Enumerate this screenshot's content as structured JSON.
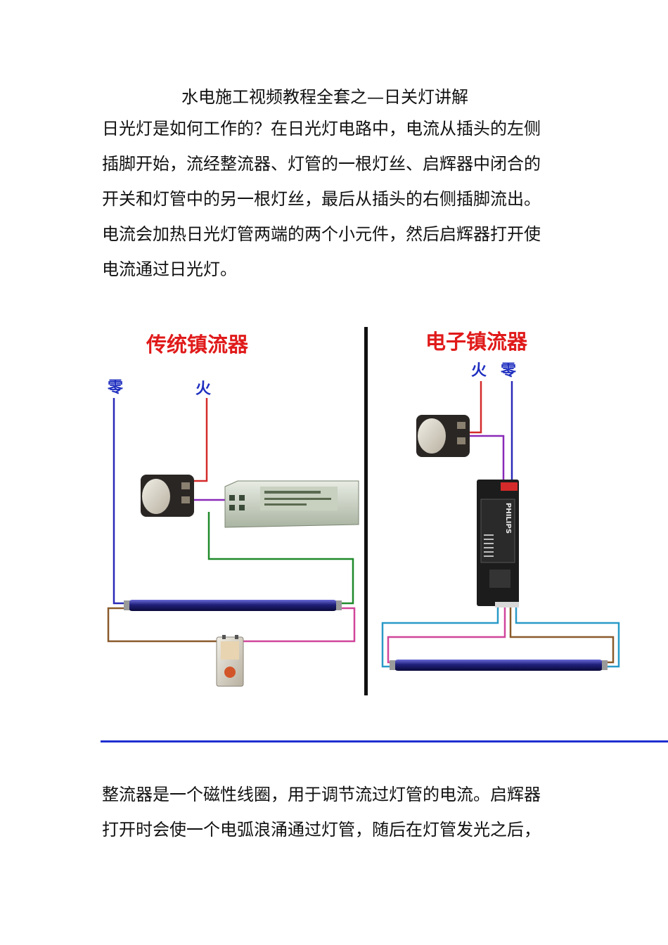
{
  "document": {
    "title": "水电施工视频教程全套之—日关灯讲解",
    "paragraph1": [
      "日光灯是如何工作的？在日光灯电路中，电流从插头的左侧",
      "插脚开始，流经整流器、灯管的一根灯丝、启辉器中闭合的",
      "开关和灯管中的另一根灯丝，最后从插头的右侧插脚流出。",
      "电流会加热日光灯管两端的两个小元件，然后启辉器打开使",
      "电流通过日光灯。"
    ],
    "paragraph2": [
      "整流器是一个磁性线圈，用于调节流过灯管的电流。启辉器",
      "打开时会使一个电弧浪涌通过灯管，随后在灯管发光之后，"
    ]
  },
  "diagram": {
    "left_title": "传统镇流器",
    "right_title": "电子镇流器",
    "left_neutral_label": "零",
    "left_live_label": "火",
    "right_live_label": "火",
    "right_neutral_label": "零",
    "brand_text": "PHILIPS",
    "colors": {
      "title_red": "#e01a1a",
      "label_blue": "#1f2fbf",
      "wire_red": "#d42a2a",
      "wire_blue": "#2a2ab8",
      "wire_purple": "#8a2ab8",
      "wire_green": "#1f8a2a",
      "wire_pink": "#d0459a",
      "wire_brown": "#8a5a2a",
      "wire_cyan": "#2a9ac8",
      "divider_blue": "#1f2fd0"
    }
  }
}
